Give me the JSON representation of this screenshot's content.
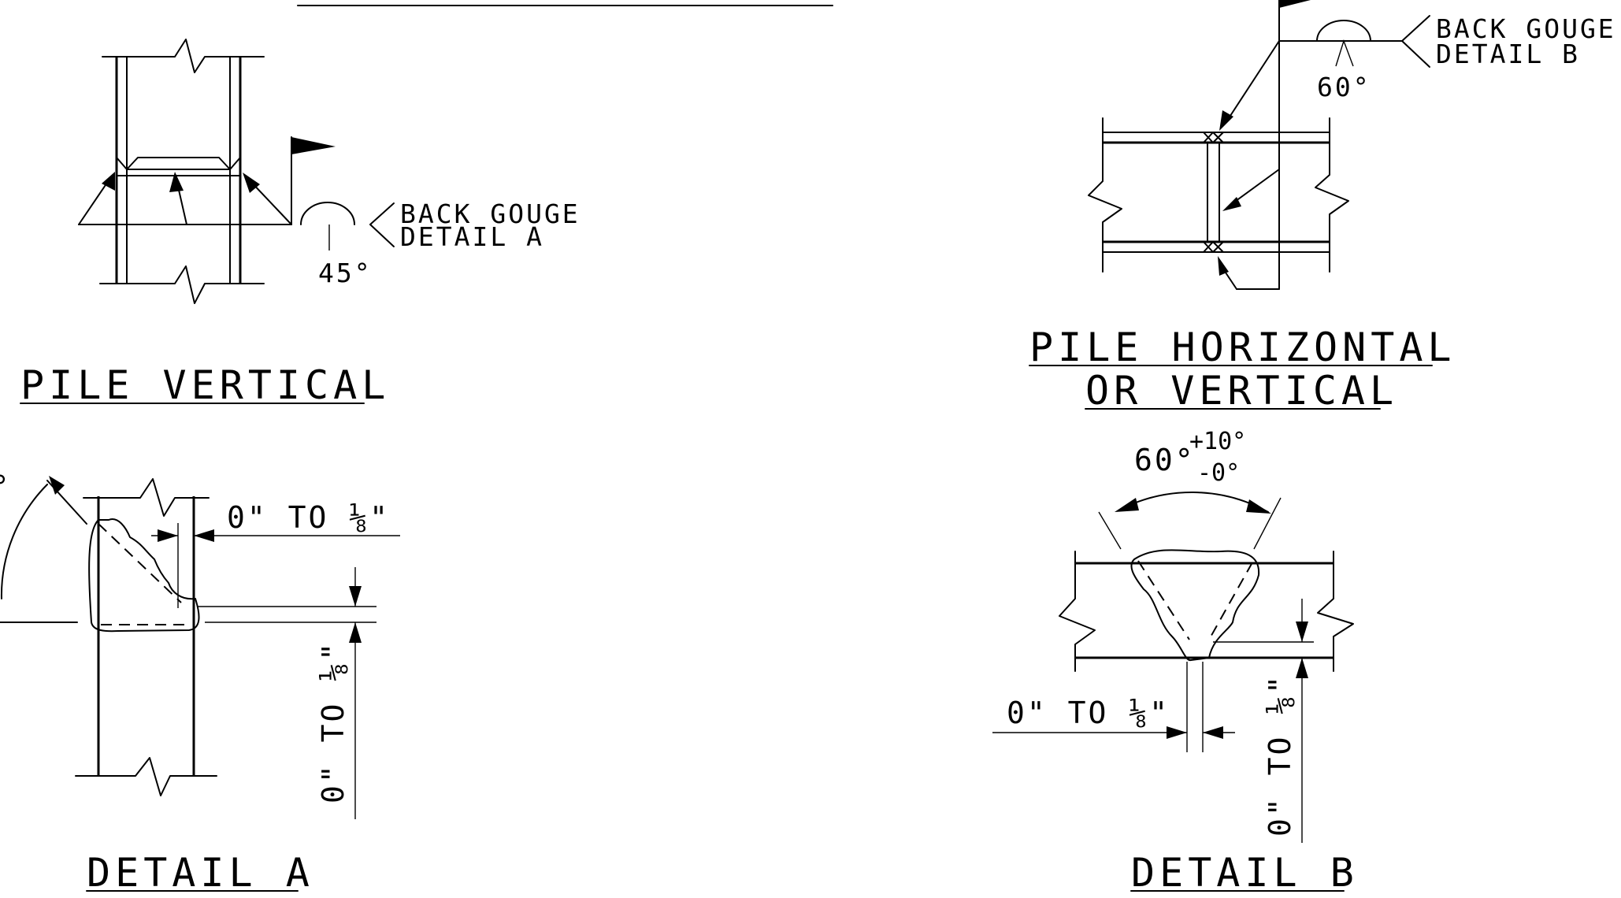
{
  "pile_vertical": {
    "title": "PILE VERTICAL",
    "callout_line1": "BACK GOUGE",
    "callout_line2": "DETAIL A",
    "angle": "45°"
  },
  "pile_horizontal": {
    "title_line1": "PILE HORIZONTAL",
    "title_line2": "OR VERTICAL",
    "callout_line1": "BACK GOUGE",
    "callout_line2": "DETAIL B",
    "angle": "60°"
  },
  "detail_a": {
    "title": "DETAIL A",
    "gap_horizontal": "0\" TO ⅛\"",
    "gap_vertical": "0\" TO ⅛\"",
    "angle_partial": "°"
  },
  "detail_b": {
    "title": "DETAIL B",
    "angle_base": "60°",
    "angle_plus": "+10°",
    "angle_minus": "-0°",
    "gap_horizontal": "0\" TO ⅛\"",
    "gap_vertical": "0\" TO ⅛\""
  }
}
